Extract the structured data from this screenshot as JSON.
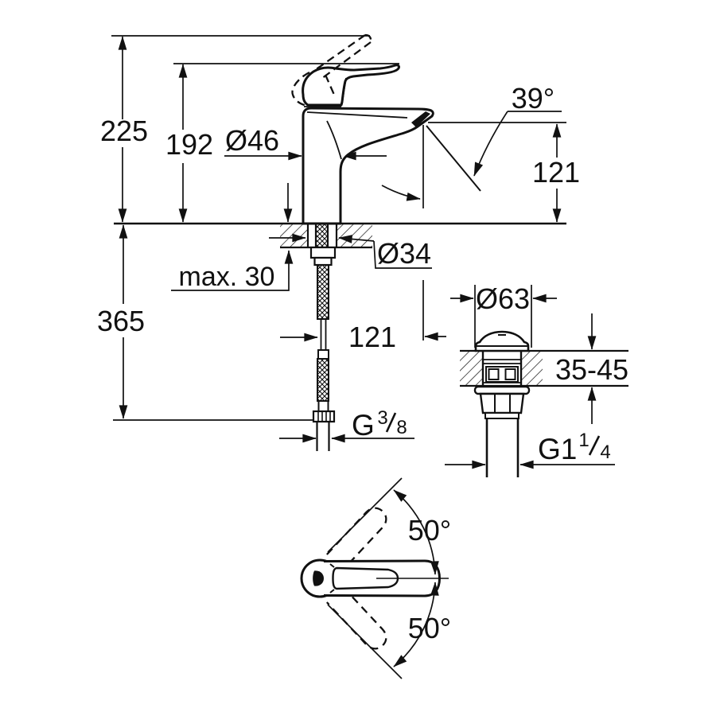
{
  "canvas": {
    "background_color": "#ffffff",
    "line_color": "#111111"
  },
  "side_view": {
    "total_height": "225",
    "height_to_lever": "192",
    "body_diameter": "Ø46",
    "spout_angle": "39°",
    "spout_tip_height": "121",
    "max_deck_thickness": "max. 30",
    "shank_diameter": "Ø34",
    "hose_drop": "365",
    "spout_projection": "121",
    "supply_thread_prefix": "G",
    "supply_thread_numerator": "3",
    "supply_thread_denominator": "8"
  },
  "waste_detail": {
    "cap_diameter": "Ø63",
    "deck_thickness_range": "35-45",
    "thread_prefix": "G1",
    "thread_numerator": "1",
    "thread_denominator": "4"
  },
  "top_view": {
    "swing_up": "50°",
    "swing_down": "50°"
  }
}
